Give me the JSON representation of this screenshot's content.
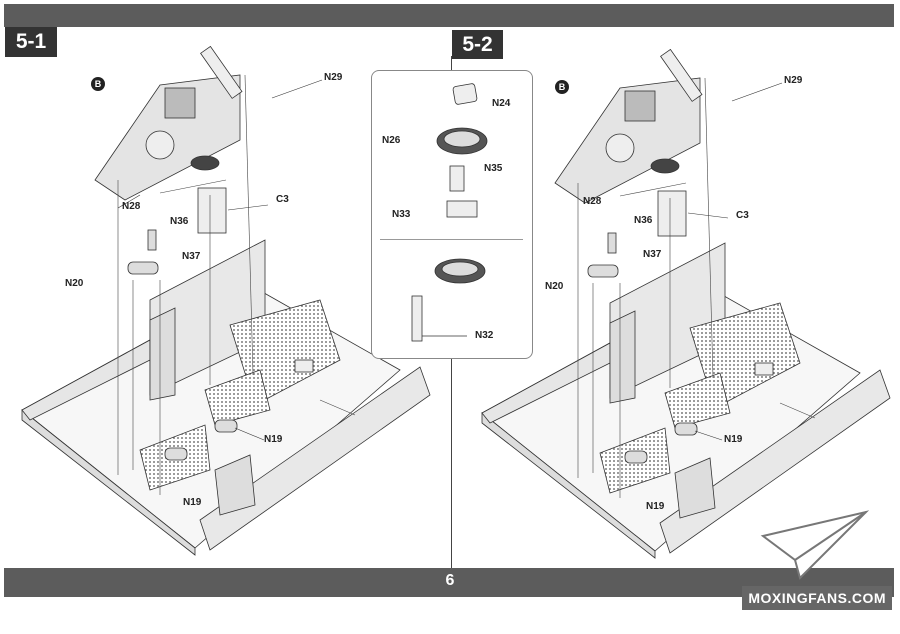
{
  "steps": [
    {
      "number": "5-1",
      "callouts": {
        "b": "B",
        "n29": "N29",
        "n28": "N28",
        "n36": "N36",
        "c3": "C3",
        "n37": "N37",
        "n20": "N20",
        "n19a": "N19",
        "n19b": "N19"
      }
    },
    {
      "number": "5-2",
      "callouts": {
        "b": "B",
        "n29": "N29",
        "n28": "N28",
        "n36": "N36",
        "c3": "C3",
        "n37": "N37",
        "n20": "N20",
        "n19a": "N19",
        "n19b": "N19"
      }
    }
  ],
  "inset": {
    "n24": "N24",
    "n26": "N26",
    "n35": "N35",
    "n33": "N33",
    "n32": "N32"
  },
  "page_number": "6",
  "watermark": "MOXINGFANS.COM",
  "colors": {
    "bar": "#5c5c5c",
    "step_box": "#333333"
  }
}
